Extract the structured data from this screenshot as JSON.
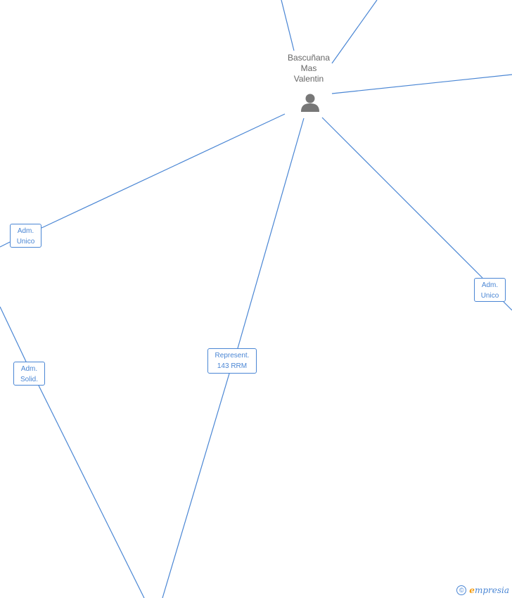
{
  "diagram": {
    "center_person": {
      "name_lines": [
        "Bascuñana",
        "Mas",
        "Valentin"
      ],
      "icon": "person-icon"
    },
    "roles": [
      {
        "id": "adm-unico-left",
        "lines": [
          "Adm.",
          "Unico"
        ]
      },
      {
        "id": "adm-unico-right",
        "lines": [
          "Adm.",
          "Unico"
        ]
      },
      {
        "id": "adm-solid",
        "lines": [
          "Adm.",
          "Solid."
        ]
      },
      {
        "id": "represent",
        "lines": [
          "Represent.",
          "143 RRM"
        ]
      }
    ]
  },
  "watermark": {
    "symbol": "©",
    "brand_initial": "e",
    "brand_rest": "mpresia"
  },
  "colors": {
    "edge": "#4a86d4",
    "person_text": "#666666",
    "person_icon": "#777777",
    "brand_accent": "#f39c12"
  }
}
